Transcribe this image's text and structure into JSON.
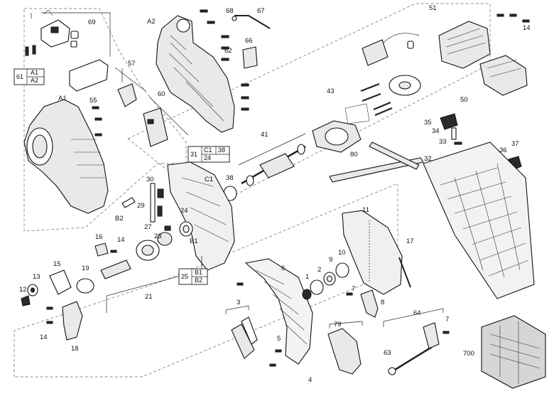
{
  "diagram": {
    "labels": {
      "l67": "67",
      "l68": "68",
      "l69": "69",
      "lA2": "A2",
      "l62": "62",
      "l66": "66",
      "l57": "57",
      "l60": "60",
      "l55": "55",
      "lA1": "A1",
      "l51": "51",
      "l14a": "14",
      "l43": "43",
      "l50": "50",
      "l35": "35",
      "l34": "34",
      "l33": "33",
      "l36": "36",
      "l37": "37",
      "l32": "32",
      "l80": "80",
      "l41": "41",
      "l38": "38",
      "lC1": "C1",
      "l30": "30",
      "l29": "29",
      "lB2": "B2",
      "l24": "24",
      "l27": "27",
      "l16": "16",
      "l14b": "14",
      "lB1": "B1",
      "l23": "23",
      "l21": "21",
      "l15": "15",
      "l19": "19",
      "l13": "13",
      "l12": "12",
      "l14c": "14",
      "l18": "18",
      "l11": "11",
      "l6": "6",
      "l1": "1",
      "l2": "2",
      "l9": "9",
      "l10": "10",
      "l7a": "7",
      "l8": "8",
      "l17": "17",
      "l3": "3",
      "l5": "5",
      "l79": "79",
      "l4": "4",
      "l64": "64",
      "l7b": "7",
      "l63": "63",
      "l700": "700"
    },
    "boxes": {
      "b61": {
        "num": "61",
        "top": "A1",
        "bottom": "A2"
      },
      "b31": {
        "num": "31",
        "c1": "C1",
        "c2": "38",
        "c3": "24"
      },
      "b25": {
        "num": "25",
        "top": "B1",
        "bottom": "B2"
      }
    }
  }
}
